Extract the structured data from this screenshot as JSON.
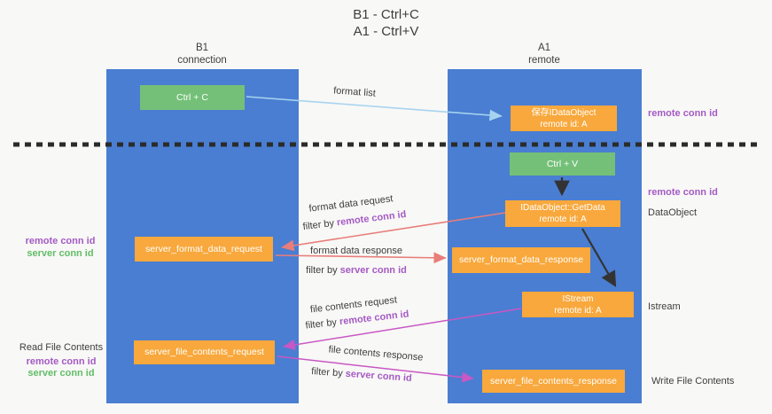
{
  "title": {
    "line1": "B1 - Ctrl+C",
    "line2": "A1 - Ctrl+V"
  },
  "columns": {
    "left": {
      "name": "B1",
      "subtitle": "connection"
    },
    "right": {
      "name": "A1",
      "subtitle": "remote"
    }
  },
  "boxes": {
    "ctrl_c": "Ctrl + C",
    "ctrl_v": "Ctrl + V",
    "save_idataobject": {
      "line1": "保存IDataObject",
      "line2": "remote id: A"
    },
    "idataobject_getdata": {
      "line1": "IDataObject::GetData",
      "line2": "remote id: A"
    },
    "istream": {
      "line1": "IStream",
      "line2": "remote id: A"
    },
    "server_format_data_request": "server_format_data_request",
    "server_format_data_response": "server_format_data_response",
    "server_file_contents_request": "server_file_contents_request",
    "server_file_contents_response": "server_file_contents_response"
  },
  "flow_labels": {
    "format_list": "format list",
    "format_data_request": "format data request",
    "format_data_response": "format data response",
    "file_contents_request": "file contents request",
    "file_contents_response": "file contents response",
    "filter_by": "filter by",
    "remote_conn_id": "remote conn id",
    "server_conn_id": "server conn id"
  },
  "side_labels": {
    "remote_conn_id": "remote conn id",
    "server_conn_id": "server conn id",
    "dataobject": "DataObject",
    "istream": "Istream",
    "read_file_contents": "Read File Contents",
    "write_file_contents": "Write File Contents"
  },
  "colors": {
    "background": "#f8f8f6",
    "lane_blue": "#4a7ed2",
    "box_orange": "#f8a83c",
    "box_green": "#74c078",
    "arrow_light_blue": "#a6d3ef",
    "arrow_salmon": "#e87d79",
    "arrow_magenta": "#c957c4",
    "arrow_black": "#333333",
    "dash_dark": "#2b2b2b",
    "label_purple": "#a55ac4",
    "label_green": "#63bd68",
    "text_dark": "#3d3d3d"
  }
}
